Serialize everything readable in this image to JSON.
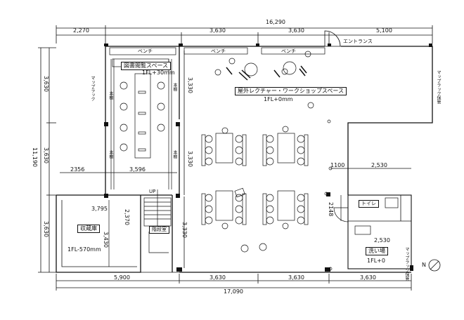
{
  "dimensions": {
    "top_total": "16,290",
    "top_left": "2,270",
    "top_bay1": "3,630",
    "top_bay2": "3,630",
    "top_right": "5,100",
    "bottom_total": "17,090",
    "bottom_left": "5,900",
    "bottom_bay1": "3,630",
    "bottom_bay2": "3,630",
    "bottom_bay3": "3,630",
    "left_total": "11,190",
    "left_seg1": "3,630",
    "left_seg2": "3,630",
    "left_seg3": "3,630",
    "mid_v1": "3,330",
    "mid_v2": "3,330",
    "mid_v3": "3,330",
    "storage_width": "3,795",
    "storage_depth": "3,430",
    "stair_len": "2,370",
    "h_2356": "2356",
    "h_3596": "3,596",
    "wc_1100": "1100",
    "wc_2530a": "2,530",
    "wc_2530b": "2,530",
    "wc_2148": "2148"
  },
  "rooms": {
    "library": "図書閲覧スペース",
    "library_level": "1FL+30mm",
    "lecture": "屋外レクチャー・ワークショップスペース",
    "lecture_level": "1FL+0mm",
    "storage": "収蔵庫",
    "storage_level": "1FL-570mm",
    "stairs": "階段室",
    "toilet": "トイレ",
    "wash": "洗い場",
    "east_level": "1FL+0"
  },
  "labels": {
    "bench1": "ベンチ",
    "bench2": "ベンチ",
    "bench3": "ベンチ",
    "entrance": "エントランス",
    "up": "UP",
    "north": "N"
  },
  "vertical_labels": {
    "left_shelf": "マップラック",
    "shelf1": "本棚",
    "shelf2": "本棚",
    "shelf3": "本棚",
    "shelf4": "本棚",
    "right_upper": "マップラック保管",
    "right_lower": "マップラック保管"
  }
}
